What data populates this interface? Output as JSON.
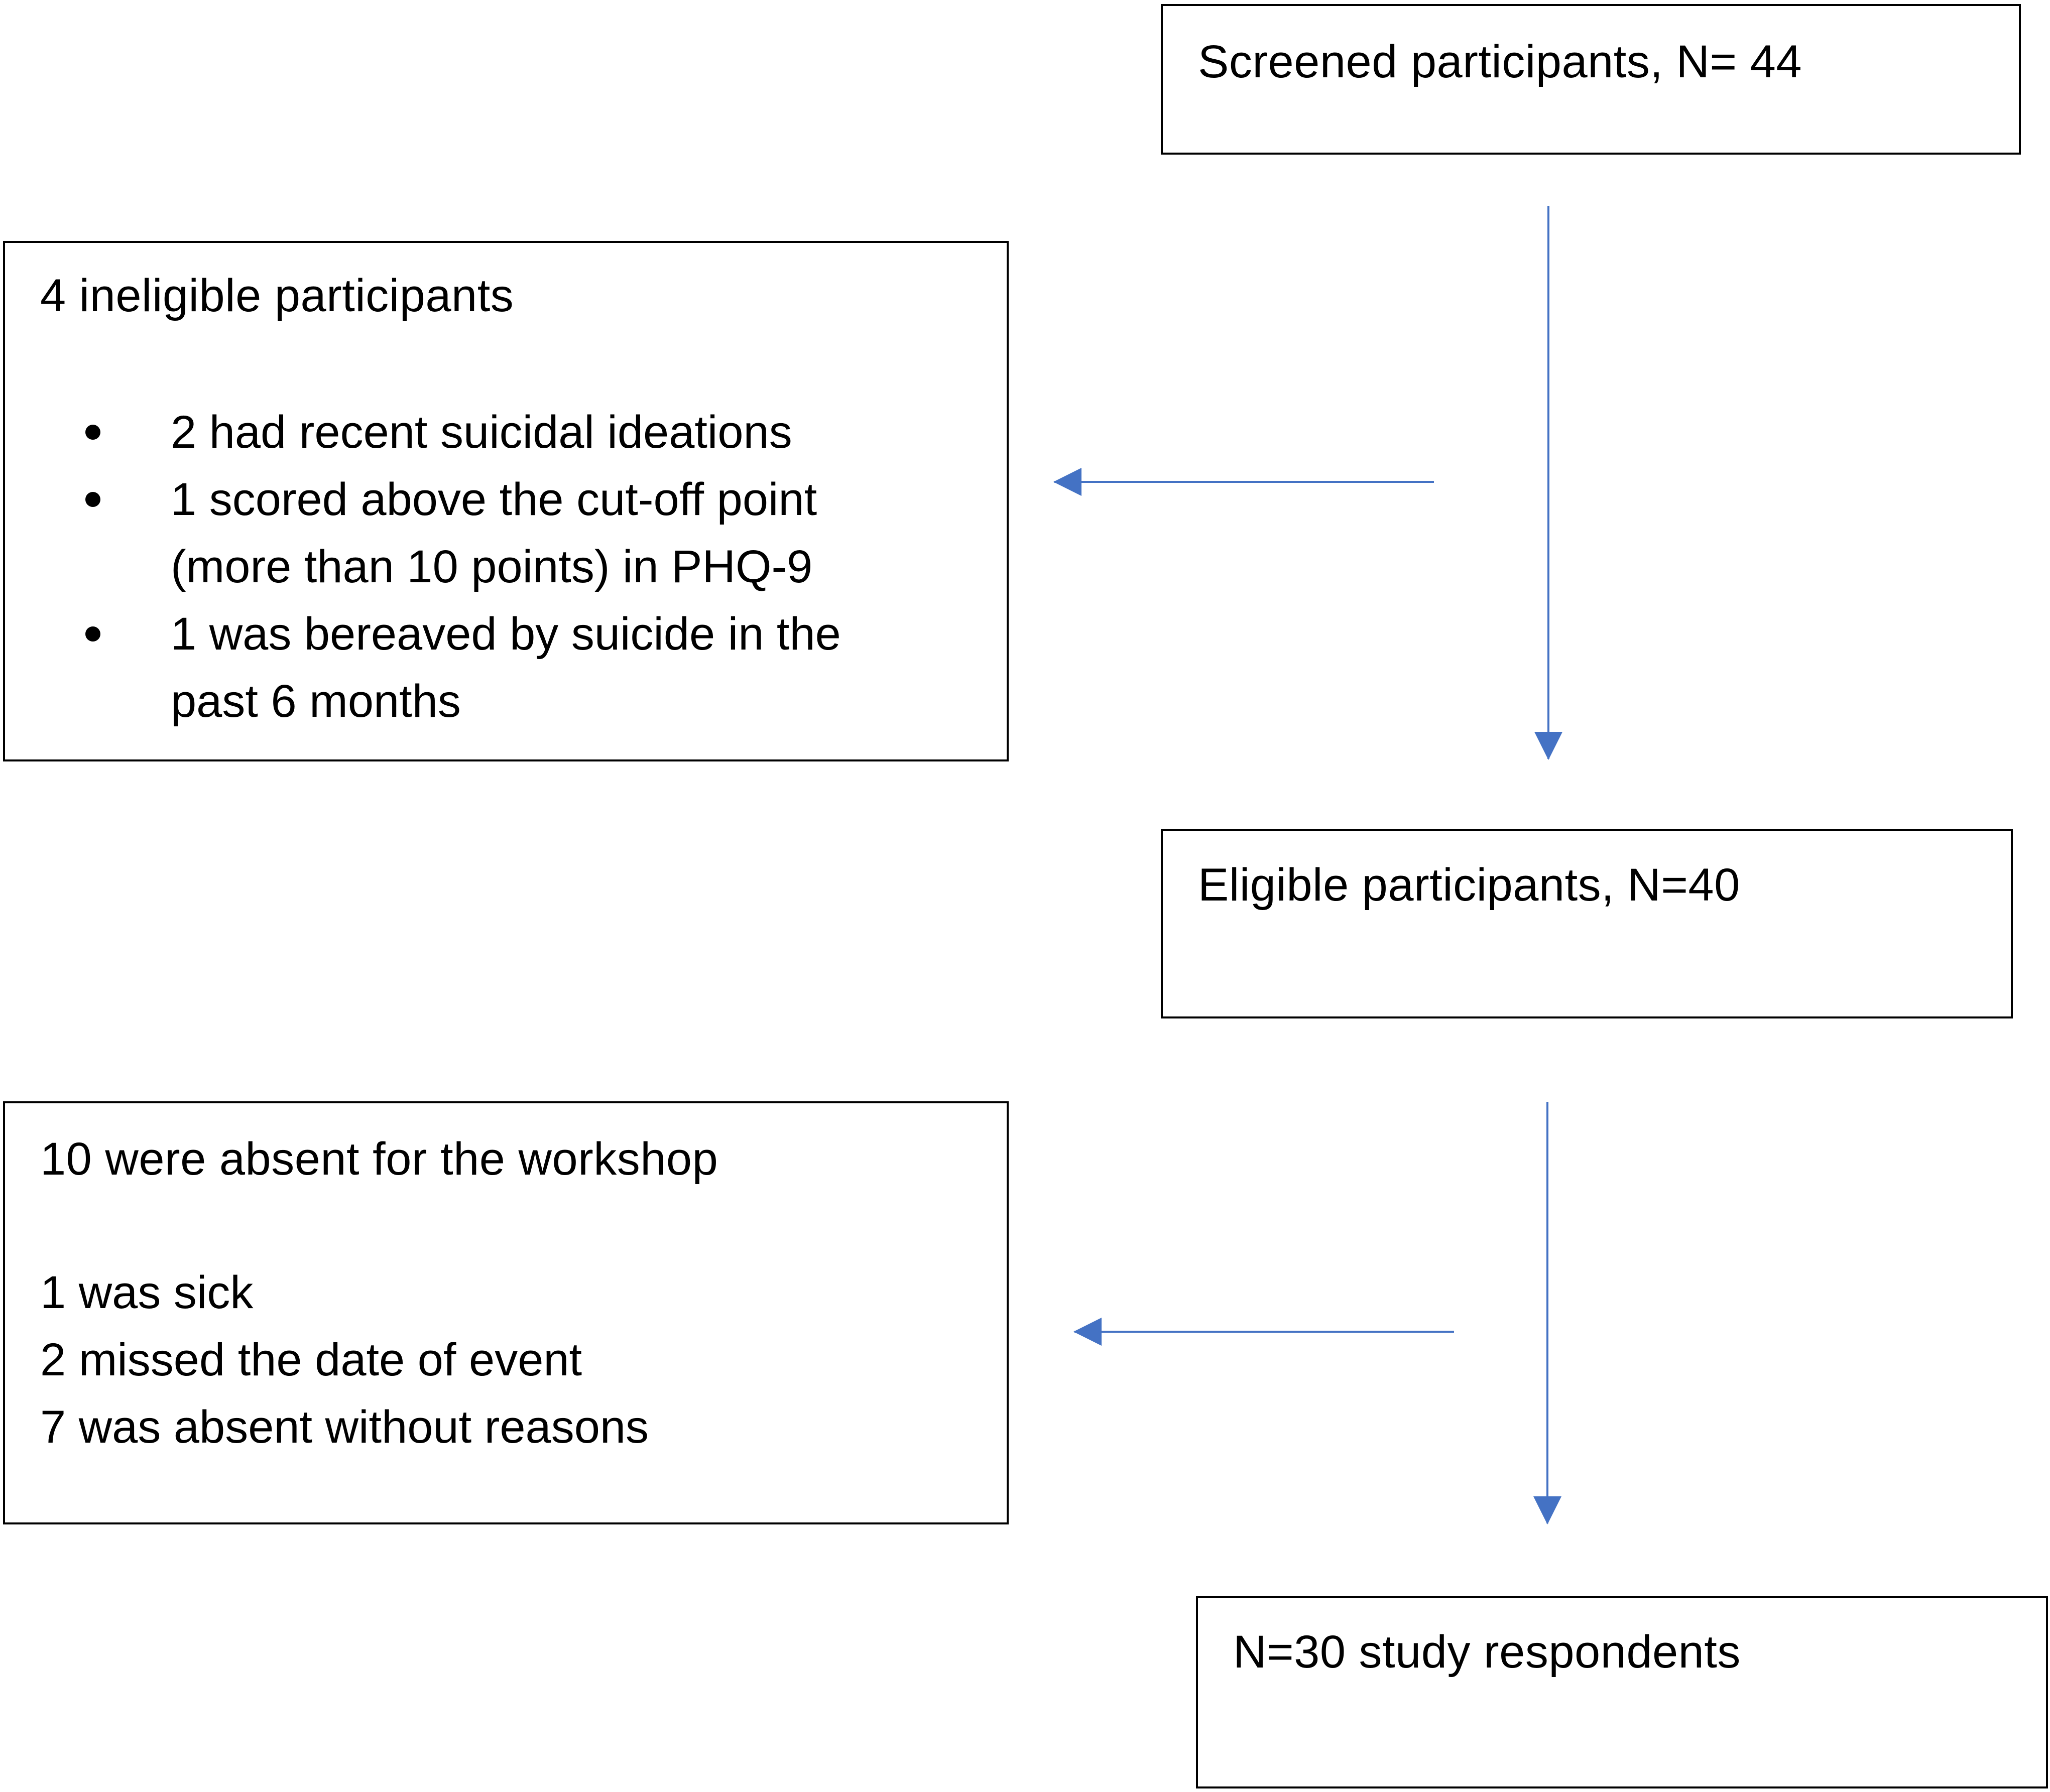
{
  "diagram": {
    "screened": {
      "label": "Screened participants, N= 44"
    },
    "ineligible": {
      "title": "4 ineligible participants",
      "reasons": [
        {
          "line1": "2 had recent suicidal ideations",
          "line2": ""
        },
        {
          "line1": "1 scored above the cut-off point",
          "line2": "(more than 10 points) in PHQ-9"
        },
        {
          "line1": "1 was bereaved by suicide in the",
          "line2": "past 6 months"
        }
      ]
    },
    "eligible": {
      "label": "Eligible participants, N=40"
    },
    "absent": {
      "title": "10 were absent for the workshop",
      "reasons": [
        "1 was sick",
        "2 missed the date of event",
        "7 was absent without reasons"
      ]
    },
    "respondents": {
      "label": "N=30 study respondents"
    },
    "colors": {
      "arrow": "#4472C4",
      "border": "#000000",
      "text": "#000000"
    }
  }
}
